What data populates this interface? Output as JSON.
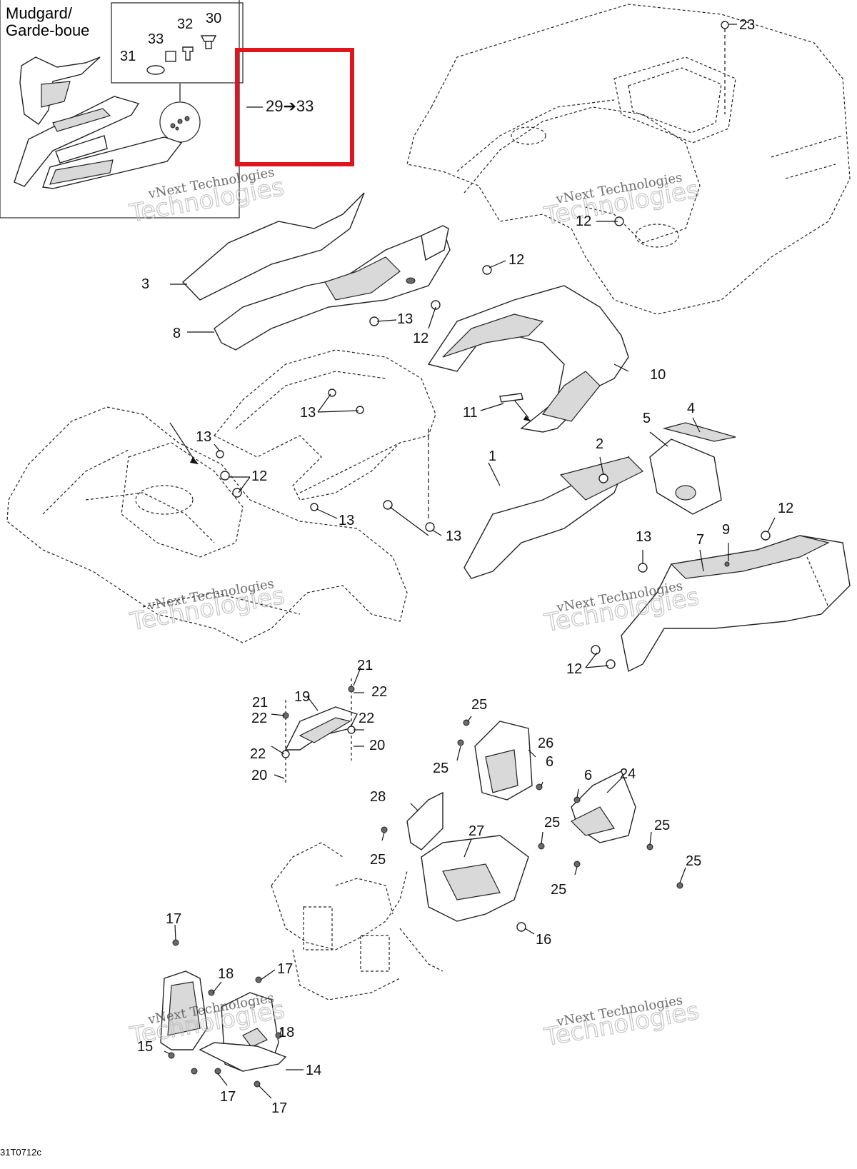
{
  "inset": {
    "title_line1": "Mudgard/",
    "title_line2": "Garde-boue"
  },
  "highlight": {
    "label": "29➔33",
    "frame_color": "#e0141e"
  },
  "watermark": {
    "line1": "vNext Technologies",
    "line2": "Technologies"
  },
  "footer": {
    "code": "31T0712c"
  },
  "callouts": [
    {
      "id": "c30",
      "label": "30"
    },
    {
      "id": "c32",
      "label": "32"
    },
    {
      "id": "c33a",
      "label": "33"
    },
    {
      "id": "c31",
      "label": "31"
    },
    {
      "id": "c23",
      "label": "23"
    },
    {
      "id": "c12a",
      "label": "12"
    },
    {
      "id": "c12b",
      "label": "12"
    },
    {
      "id": "c3",
      "label": "3"
    },
    {
      "id": "c8",
      "label": "8"
    },
    {
      "id": "c13a",
      "label": "13"
    },
    {
      "id": "c12c",
      "label": "12"
    },
    {
      "id": "c10",
      "label": "10"
    },
    {
      "id": "c11",
      "label": "11"
    },
    {
      "id": "c13b",
      "label": "13"
    },
    {
      "id": "c13c",
      "label": "13"
    },
    {
      "id": "c12d",
      "label": "12"
    },
    {
      "id": "c13d",
      "label": "13"
    },
    {
      "id": "c13e",
      "label": "13"
    },
    {
      "id": "c5",
      "label": "5"
    },
    {
      "id": "c4",
      "label": "4"
    },
    {
      "id": "c2",
      "label": "2"
    },
    {
      "id": "c1",
      "label": "1"
    },
    {
      "id": "c12e",
      "label": "12"
    },
    {
      "id": "c13f",
      "label": "13"
    },
    {
      "id": "c9",
      "label": "9"
    },
    {
      "id": "c7",
      "label": "7"
    },
    {
      "id": "c12f",
      "label": "12"
    },
    {
      "id": "c21a",
      "label": "21"
    },
    {
      "id": "c22a",
      "label": "22"
    },
    {
      "id": "c19",
      "label": "19"
    },
    {
      "id": "c21b",
      "label": "21"
    },
    {
      "id": "c22b",
      "label": "22"
    },
    {
      "id": "c22c",
      "label": "22"
    },
    {
      "id": "c20a",
      "label": "20"
    },
    {
      "id": "c22d",
      "label": "22"
    },
    {
      "id": "c20b",
      "label": "20"
    },
    {
      "id": "c25a",
      "label": "25"
    },
    {
      "id": "c26",
      "label": "26"
    },
    {
      "id": "c25b",
      "label": "25"
    },
    {
      "id": "c6a",
      "label": "6"
    },
    {
      "id": "c6b",
      "label": "6"
    },
    {
      "id": "c24",
      "label": "24"
    },
    {
      "id": "c28",
      "label": "28"
    },
    {
      "id": "c25c",
      "label": "25"
    },
    {
      "id": "c27",
      "label": "27"
    },
    {
      "id": "c25d",
      "label": "25"
    },
    {
      "id": "c25e",
      "label": "25"
    },
    {
      "id": "c25f",
      "label": "25"
    },
    {
      "id": "c25g",
      "label": "25"
    },
    {
      "id": "c16",
      "label": "16"
    },
    {
      "id": "c17a",
      "label": "17"
    },
    {
      "id": "c17b",
      "label": "17"
    },
    {
      "id": "c18a",
      "label": "18"
    },
    {
      "id": "c18b",
      "label": "18"
    },
    {
      "id": "c15",
      "label": "15"
    },
    {
      "id": "c14",
      "label": "14"
    },
    {
      "id": "c17c",
      "label": "17"
    },
    {
      "id": "c17d",
      "label": "17"
    }
  ]
}
